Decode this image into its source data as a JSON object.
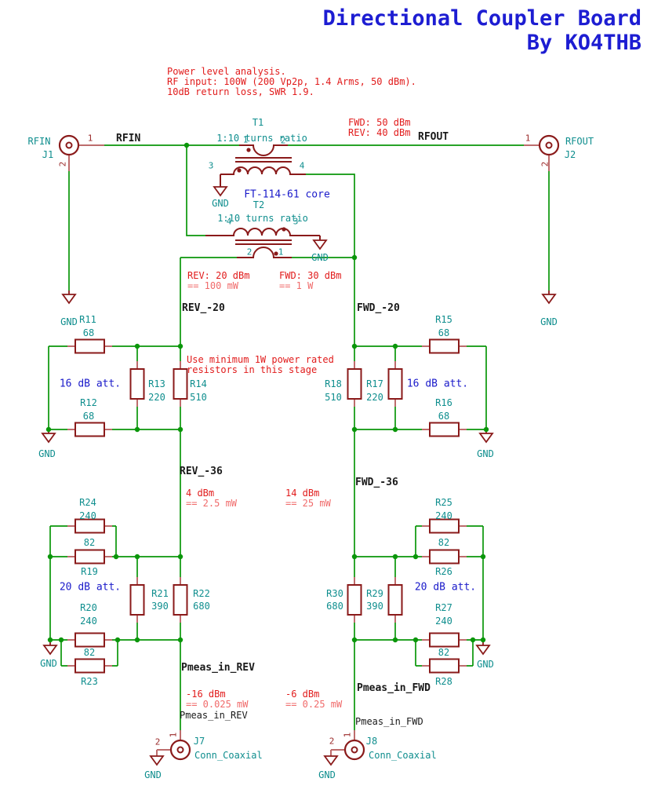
{
  "title": {
    "line1": "Directional Coupler Board",
    "line2": "By KO4THB"
  },
  "notes": {
    "power": [
      "Power level analysis.",
      "RF input: 100W (200 Vp2p, 1.4 Arms, 50 dBm).",
      "10dB return loss, SWR 1.9."
    ],
    "top_fwd": "FWD: 50 dBm",
    "top_rev": "REV: 40 dBm",
    "rev20_line1": "REV: 20 dBm",
    "rev20_line2": "== 100 mW",
    "fwd20_line1": "FWD: 30 dBm",
    "fwd20_line2": "== 1 W",
    "rated1": "Use minimum 1W power rated",
    "rated2": "resistors in this stage",
    "rev36_line1": "4 dBm",
    "rev36_line2": "== 2.5 mW",
    "fwd36_line1": "14 dBm",
    "fwd36_line2": "== 25 mW",
    "rev_meas_line1": "-16 dBm",
    "rev_meas_line2": "== 0.025 mW",
    "fwd_meas_line1": "-6 dBm",
    "fwd_meas_line2": "== 0.25 mW",
    "att16": "16 dB att.",
    "att20": "20 dB att.",
    "core": "FT-114-61 core"
  },
  "net_labels": {
    "rfin": "RFIN",
    "rfout": "RFOUT",
    "rev20": "REV_-20",
    "fwd20": "FWD_-20",
    "rev36": "REV_-36",
    "fwd36": "FWD_-36",
    "pmeas_rev": "Pmeas_in_REV",
    "pmeas_fwd": "Pmeas_in_FWD"
  },
  "labels": {
    "gnd": "GND"
  },
  "components": {
    "j1": {
      "ref": "J1",
      "name": "RFIN",
      "pin1": "1",
      "pin2": "2"
    },
    "j2": {
      "ref": "J2",
      "name": "RFOUT",
      "pin1": "1",
      "pin2": "2"
    },
    "j7": {
      "ref": "J7",
      "value": "Conn_Coaxial",
      "pin1": "1",
      "pin2": "2"
    },
    "j8": {
      "ref": "J8",
      "value": "Conn_Coaxial",
      "pin1": "1",
      "pin2": "2"
    },
    "t1": {
      "ref": "T1",
      "ratio": "1:10 turns ratio",
      "p1": "1",
      "p2": "2",
      "p3": "3",
      "p4": "4"
    },
    "t2": {
      "ref": "T2",
      "ratio": "1:10 turns ratio",
      "p1": "1",
      "p2": "2",
      "p3": "3",
      "p4": "4"
    },
    "r11": {
      "ref": "R11",
      "value": "68"
    },
    "r12": {
      "ref": "R12",
      "value": "68"
    },
    "r13": {
      "ref": "R13",
      "value": "220"
    },
    "r14": {
      "ref": "R14",
      "value": "510"
    },
    "r15": {
      "ref": "R15",
      "value": "68"
    },
    "r16": {
      "ref": "R16",
      "value": "68"
    },
    "r17": {
      "ref": "R17",
      "value": "220"
    },
    "r18": {
      "ref": "R18",
      "value": "510"
    },
    "r19": {
      "ref": "R19",
      "value": "82"
    },
    "r20": {
      "ref": "R20",
      "value": "240"
    },
    "r21": {
      "ref": "R21",
      "value": "390"
    },
    "r22": {
      "ref": "R22",
      "value": "680"
    },
    "r23": {
      "ref": "R23",
      "value": "82"
    },
    "r24": {
      "ref": "R24",
      "value": "240"
    },
    "r25": {
      "ref": "R25",
      "value": "240"
    },
    "r26": {
      "ref": "R26",
      "value": "82"
    },
    "r27": {
      "ref": "R27",
      "value": "240"
    },
    "r28": {
      "ref": "R28",
      "value": "82"
    },
    "r29": {
      "ref": "R29",
      "value": "390"
    },
    "r30": {
      "ref": "R30",
      "value": "680"
    }
  }
}
